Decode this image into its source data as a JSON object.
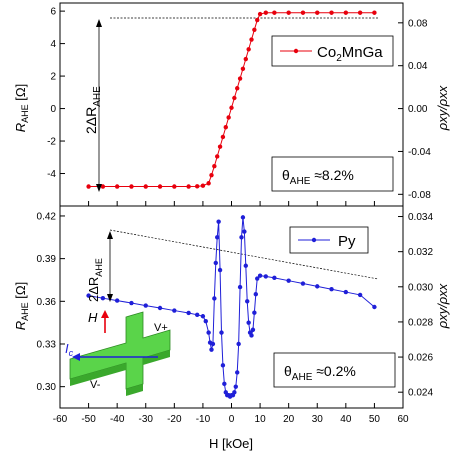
{
  "chart_data": [
    {
      "type": "line",
      "panel": "top",
      "xlabel": "",
      "ylabel_main": "R",
      "ylabel_sub": "AHE",
      "ylabel_unit": " [Ω]",
      "y2label": "ρxy/ρxx",
      "xlim": [
        -60,
        60
      ],
      "ylim": [
        -6,
        6.5
      ],
      "y2lim": [
        -0.0909,
        0.0985
      ],
      "yticks": [
        "-4",
        "-2",
        "0",
        "2",
        "4",
        "6"
      ],
      "y2ticks": [
        "-0.08",
        "-0.04",
        "0.00",
        "0.04",
        "0.08"
      ],
      "legend": {
        "label_main": "Co",
        "label_sub": "2",
        "label_tail": "MnGa",
        "position": "top-right"
      },
      "annotations": {
        "delta_main": "2ΔR",
        "delta_sub": "AHE",
        "theta_main": "θ",
        "theta_sub": "AHE",
        "theta_value": " ≈8.2%"
      },
      "series": [
        {
          "name": "Co2MnGa",
          "color": "#e8000d",
          "x": [
            -50,
            -45,
            -40,
            -35,
            -30,
            -25,
            -20,
            -15,
            -12,
            -10,
            -8,
            -7,
            -6,
            -5,
            -4,
            -3,
            -2,
            -1,
            0,
            1,
            2,
            3,
            4,
            5,
            6,
            7,
            8,
            9,
            10,
            12,
            15,
            20,
            25,
            30,
            35,
            40,
            45,
            50
          ],
          "y": [
            -4.8,
            -4.8,
            -4.8,
            -4.8,
            -4.8,
            -4.8,
            -4.8,
            -4.8,
            -4.79,
            -4.75,
            -4.6,
            -4.1,
            -3.55,
            -2.95,
            -2.35,
            -1.75,
            -1.15,
            -0.55,
            0.05,
            0.65,
            1.25,
            1.85,
            2.45,
            3.05,
            3.65,
            4.25,
            4.85,
            5.45,
            5.82,
            5.9,
            5.9,
            5.9,
            5.9,
            5.9,
            5.9,
            5.9,
            5.9,
            5.9
          ]
        }
      ]
    },
    {
      "type": "line",
      "panel": "bottom",
      "xlabel": "H [kOe]",
      "ylabel_main": "R",
      "ylabel_sub": "AHE",
      "ylabel_unit": " [Ω]",
      "y2label": "ρxy/ρxx",
      "xlim": [
        -60,
        60
      ],
      "ylim": [
        0.285,
        0.427
      ],
      "y2lim": [
        0.0231,
        0.0346
      ],
      "xticks": [
        "-60",
        "-50",
        "-40",
        "-30",
        "-20",
        "-10",
        "0",
        "10",
        "20",
        "30",
        "40",
        "50",
        "60"
      ],
      "yticks": [
        "0.30",
        "0.33",
        "0.36",
        "0.39",
        "0.42"
      ],
      "y2ticks": [
        "0.024",
        "0.026",
        "0.028",
        "0.030",
        "0.032",
        "0.034"
      ],
      "legend": {
        "label": "Py",
        "position": "top-right"
      },
      "annotations": {
        "delta_main": "2ΔR",
        "delta_sub": "AHE",
        "theta_main": "θ",
        "theta_sub": "AHE",
        "theta_value": " ≈0.2%",
        "field_label": "H",
        "current_main": "I",
        "current_sub": "c",
        "vplus_label": "V+",
        "vminus_label": "V-"
      },
      "series": [
        {
          "name": "Py",
          "color": "#1f1fd8",
          "x": [
            -50,
            -45,
            -40,
            -35,
            -30,
            -25,
            -20,
            -15,
            -12,
            -10,
            -9,
            -8,
            -7.5,
            -7,
            -6.5,
            -6,
            -5.5,
            -5,
            -4.5,
            -4,
            -3.5,
            -3,
            -2.5,
            -2,
            -1.5,
            -1,
            -0.5,
            0,
            0.5,
            1,
            1.5,
            2,
            2.5,
            3,
            3.5,
            4,
            4.5,
            5,
            5.5,
            6,
            6.5,
            7,
            7.5,
            8,
            8.5,
            9,
            10,
            12,
            15,
            20,
            25,
            30,
            35,
            40,
            45,
            50
          ],
          "y": [
            0.364,
            0.3622,
            0.3605,
            0.3588,
            0.357,
            0.3553,
            0.3535,
            0.3518,
            0.3505,
            0.3495,
            0.346,
            0.338,
            0.331,
            0.326,
            0.33,
            0.362,
            0.387,
            0.405,
            0.416,
            0.382,
            0.338,
            0.315,
            0.302,
            0.296,
            0.294,
            0.294,
            0.293,
            0.294,
            0.294,
            0.296,
            0.3,
            0.31,
            0.33,
            0.37,
            0.405,
            0.419,
            0.409,
            0.385,
            0.36,
            0.345,
            0.338,
            0.336,
            0.34,
            0.352,
            0.365,
            0.376,
            0.378,
            0.3775,
            0.3765,
            0.3745,
            0.3725,
            0.3705,
            0.3685,
            0.3665,
            0.3645,
            0.356
          ]
        }
      ]
    }
  ]
}
